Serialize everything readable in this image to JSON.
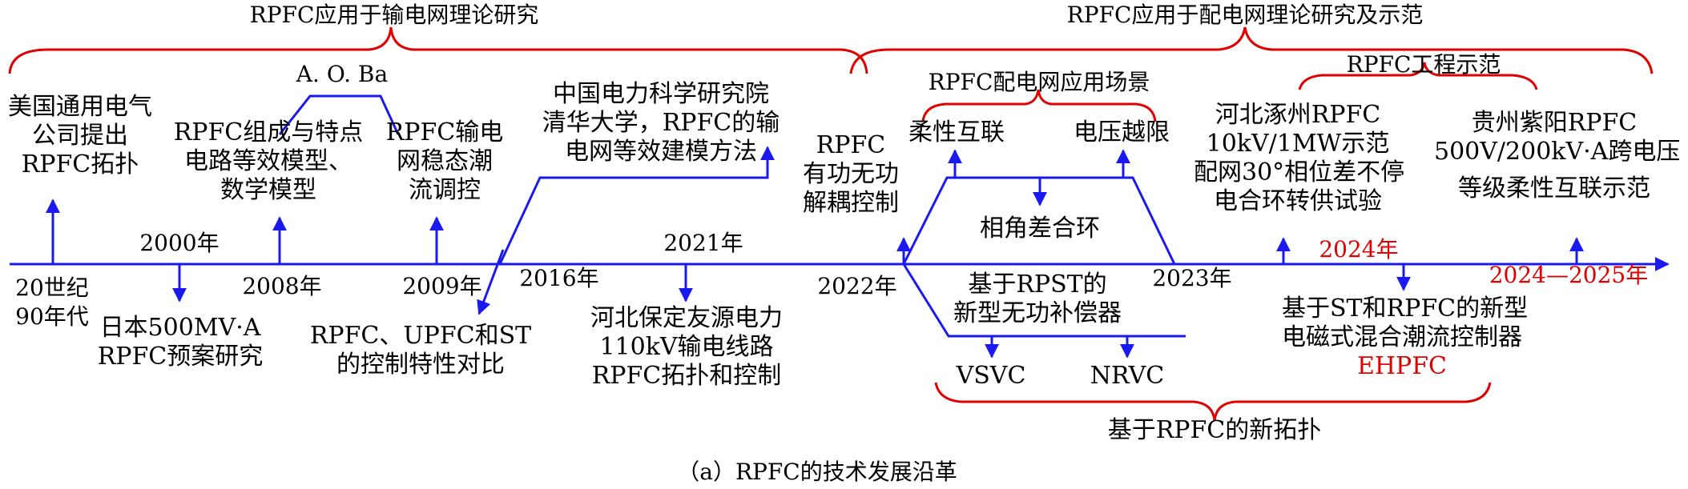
{
  "colors": {
    "timeline": "#1a1af0",
    "brace": "#e00000",
    "text": "#000000",
    "highlight": "#e00000"
  },
  "headers": {
    "transmission": "RPFC应用于输电网理论研究",
    "distribution": "RPFC应用于配电网理论研究及示范",
    "ab": "A. O. Ba",
    "scenario": "RPFC配电网应用场景",
    "engineering": "RPFC工程示范",
    "new_topology": "基于RPFC的新拓扑"
  },
  "years": {
    "y1990": [
      "20世纪",
      "90年代"
    ],
    "y2000": "2000年",
    "y2008": "2008年",
    "y2009": "2009年",
    "y2016": "2016年",
    "y2021": "2021年",
    "y2022": "2022年",
    "y2023": "2023年",
    "y2024": "2024年",
    "y2024_2025": "2024—2025年"
  },
  "events": {
    "ge": [
      "美国通用电气",
      "公司提出",
      "RPFC拓扑"
    ],
    "japan": [
      "日本500MV·A",
      "RPFC预案研究"
    ],
    "composition": [
      "RPFC组成与特点",
      "电路等效模型、",
      "数学模型"
    ],
    "transmission_control": [
      "RPFC输电",
      "网稳态潮",
      "流调控"
    ],
    "compare": [
      "RPFC、UPFC和ST",
      "的控制特性对比"
    ],
    "epri": [
      "中国电力科学研究院",
      "清华大学，RPFC的输",
      "电网等效建模方法"
    ],
    "baoding": [
      "河北保定友源电力",
      "110kV输电线路",
      "RPFC拓扑和控制"
    ],
    "decoupling": [
      "RPFC",
      "有功无功",
      "解耦控制"
    ],
    "flexible": "柔性互联",
    "voltage": "电压越限",
    "phase_loop": "相角差合环",
    "rpst": [
      "基于RPST的",
      "新型无功补偿器"
    ],
    "vsvc": "VSVC",
    "nrvc": "NRVC",
    "zhuozhou": [
      "河北涿州RPFC",
      "10kV/1MW示范",
      "配网30°相位差不停",
      "电合环转供试验"
    ],
    "guizhou": [
      "贵州紫阳RPFC",
      "500V/200kV·A跨电压",
      "等级柔性互联示范"
    ],
    "ehpfc": [
      "基于ST和RPFC的新型",
      "电磁式混合潮流控制器"
    ],
    "ehpfc_name": "EHPFC"
  },
  "caption": "（a）RPFC的技术发展沿革"
}
